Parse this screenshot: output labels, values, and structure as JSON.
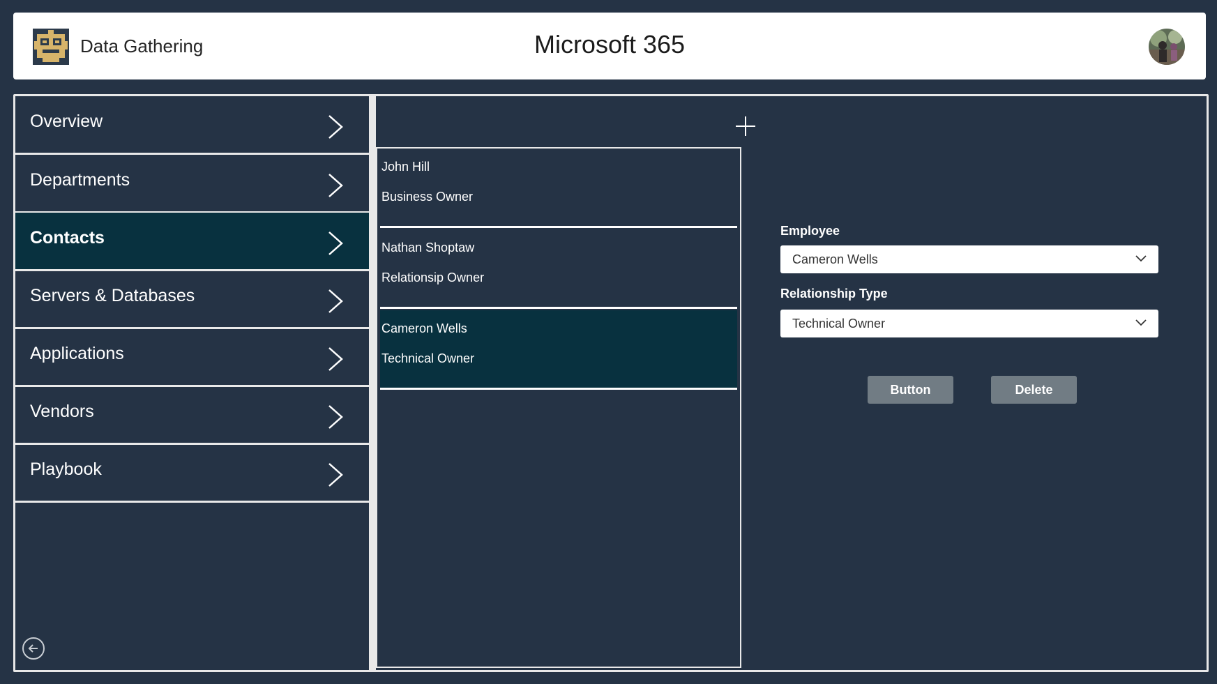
{
  "header": {
    "app_name": "Data Gathering",
    "title": "Microsoft 365",
    "logo_icon": "robot-logo-icon",
    "avatar_icon": "user-avatar-icon"
  },
  "sidebar": {
    "items": [
      {
        "label": "Overview",
        "active": false
      },
      {
        "label": "Departments",
        "active": false
      },
      {
        "label": "Contacts",
        "active": true
      },
      {
        "label": "Servers & Databases",
        "active": false
      },
      {
        "label": "Applications",
        "active": false
      },
      {
        "label": "Vendors",
        "active": false
      },
      {
        "label": "Playbook",
        "active": false
      }
    ],
    "back_icon": "arrow-left-circle-icon"
  },
  "gallery": {
    "add_icon": "plus-icon",
    "items": [
      {
        "name": "John Hill",
        "role": "Business Owner",
        "selected": false
      },
      {
        "name": "Nathan Shoptaw",
        "role": "Relationsip Owner",
        "selected": false
      },
      {
        "name": "Cameron Wells",
        "role": "Technical Owner",
        "selected": true
      }
    ]
  },
  "form": {
    "employee_label": "Employee",
    "employee_value": "Cameron Wells",
    "relationship_label": "Relationship Type",
    "relationship_value": "Technical Owner",
    "button_label": "Button",
    "delete_label": "Delete"
  },
  "colors": {
    "background": "#253345",
    "selected": "#08313f",
    "button": "#717c84",
    "header": "#ffffff"
  }
}
